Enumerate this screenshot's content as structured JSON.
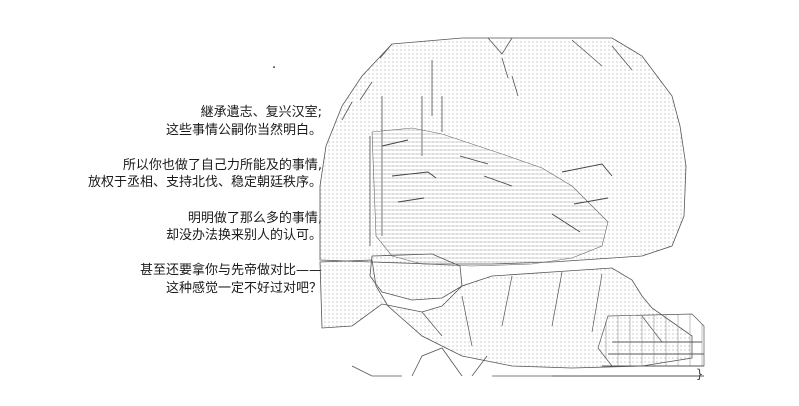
{
  "speech": {
    "stanza1": [
      "継承遺志、复兴汉室;",
      "这些事情公嗣你当然明白。"
    ],
    "stanza2": [
      "所以你也做了自己力所能及的事情,",
      "放权于丞相、支持北伐、稳定朝廷秩序。"
    ],
    "stanza3": [
      "明明做了那么多的事情,",
      "却没办法换来别人的认可。"
    ],
    "stanza4": [
      "甚至还要拿你与先帝做对比——",
      "这种感觉一定不好过对吧？"
    ]
  },
  "art": {
    "mark": "·",
    "bottom_glyph": "}"
  },
  "colors": {
    "text": "#1a1a1a",
    "art_line": "#555555",
    "background": "#ffffff"
  }
}
